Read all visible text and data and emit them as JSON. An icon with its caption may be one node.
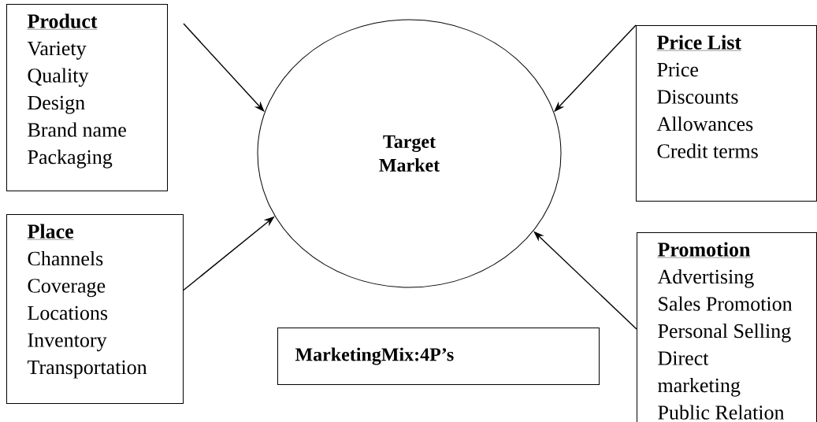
{
  "diagram": {
    "nodes": [
      {
        "text": [
          "Product",
          "Variety",
          "Quality",
          "Design",
          "Brand name",
          "Packaging"
        ]
      },
      {
        "text": [
          "**Price** List",
          "Price",
          "Discounts",
          "Allowances",
          "Credit terms"
        ]
      },
      {
        "text": [
          "Place",
          "Channels",
          "Coverage",
          "Locations",
          "Inventory",
          "Transportation"
        ]
      },
      {
        "text": [
          "Promotion",
          "Advertising",
          "Sales Promotion",
          "Personal Selling",
          "Direct",
          "marketing",
          "Public Relation"
        ]
      },
      {
        "text": [
          "Target Market"
        ]
      },
      {
        "text": [
          "MarketingMix:4P’s"
        ]
      }
    ],
    "edges": [
      {
        "from": 0,
        "to": 4,
        "arrow": "to"
      },
      {
        "from": 1,
        "to": 4,
        "arrow": "to"
      },
      {
        "from": 2,
        "to": 4,
        "arrow": "to"
      },
      {
        "from": 3,
        "to": 4,
        "arrow": "to"
      }
    ]
  }
}
